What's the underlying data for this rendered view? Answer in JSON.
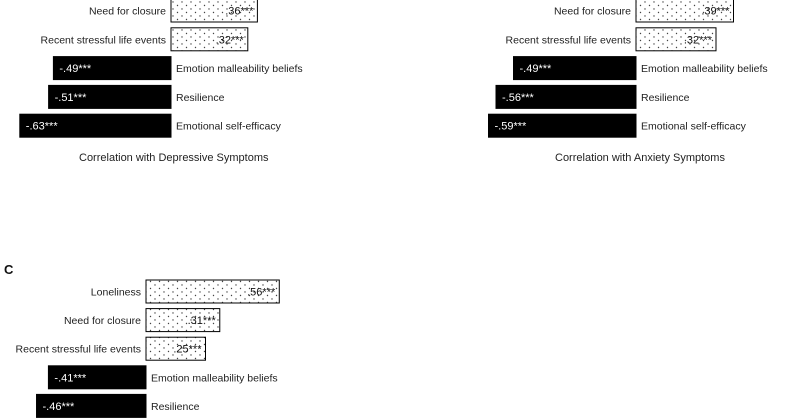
{
  "chart_data": [
    {
      "type": "bar",
      "orientation": "horizontal",
      "title": "Correlation with Depressive Symptoms",
      "categories": [
        "Need for closure",
        "Recent stressful life events",
        "Emotion malleability beliefs",
        "Resilience",
        "Emotional self-efficacy"
      ],
      "values": [
        0.36,
        0.32,
        -0.49,
        -0.51,
        -0.63
      ],
      "labels": [
        ".36***",
        ".32***",
        "-.49***",
        "-.51***",
        "-.63***"
      ],
      "positive_fill": "dotted",
      "negative_fill": "#000000"
    },
    {
      "type": "bar",
      "orientation": "horizontal",
      "title": "Correlation with Anxiety Symptoms",
      "categories": [
        "Need for closure",
        "Recent stressful life events",
        "Emotion malleability beliefs",
        "Resilience",
        "Emotional self-efficacy"
      ],
      "values": [
        0.39,
        0.32,
        -0.49,
        -0.56,
        -0.59
      ],
      "labels": [
        ".39***",
        ".32***",
        "-.49***",
        "-.56***",
        "-.59***"
      ],
      "positive_fill": "dotted",
      "negative_fill": "#000000"
    },
    {
      "type": "bar",
      "orientation": "horizontal",
      "panel_label": "C",
      "title": "",
      "categories": [
        "Loneliness",
        "Need for closure",
        "Recent stressful life events",
        "Emotion malleability beliefs",
        "Resilience"
      ],
      "values": [
        0.56,
        0.31,
        0.25,
        -0.41,
        -0.46
      ],
      "labels": [
        ".56***",
        ".31***",
        ".25***",
        "-.41***",
        "-.46***"
      ],
      "positive_fill": "dotted",
      "negative_fill": "#000000"
    }
  ],
  "colors": {
    "negative_bar": "#000000",
    "positive_bar_border": "#000000",
    "positive_bar_dots": "#444444",
    "text": "#222222"
  }
}
